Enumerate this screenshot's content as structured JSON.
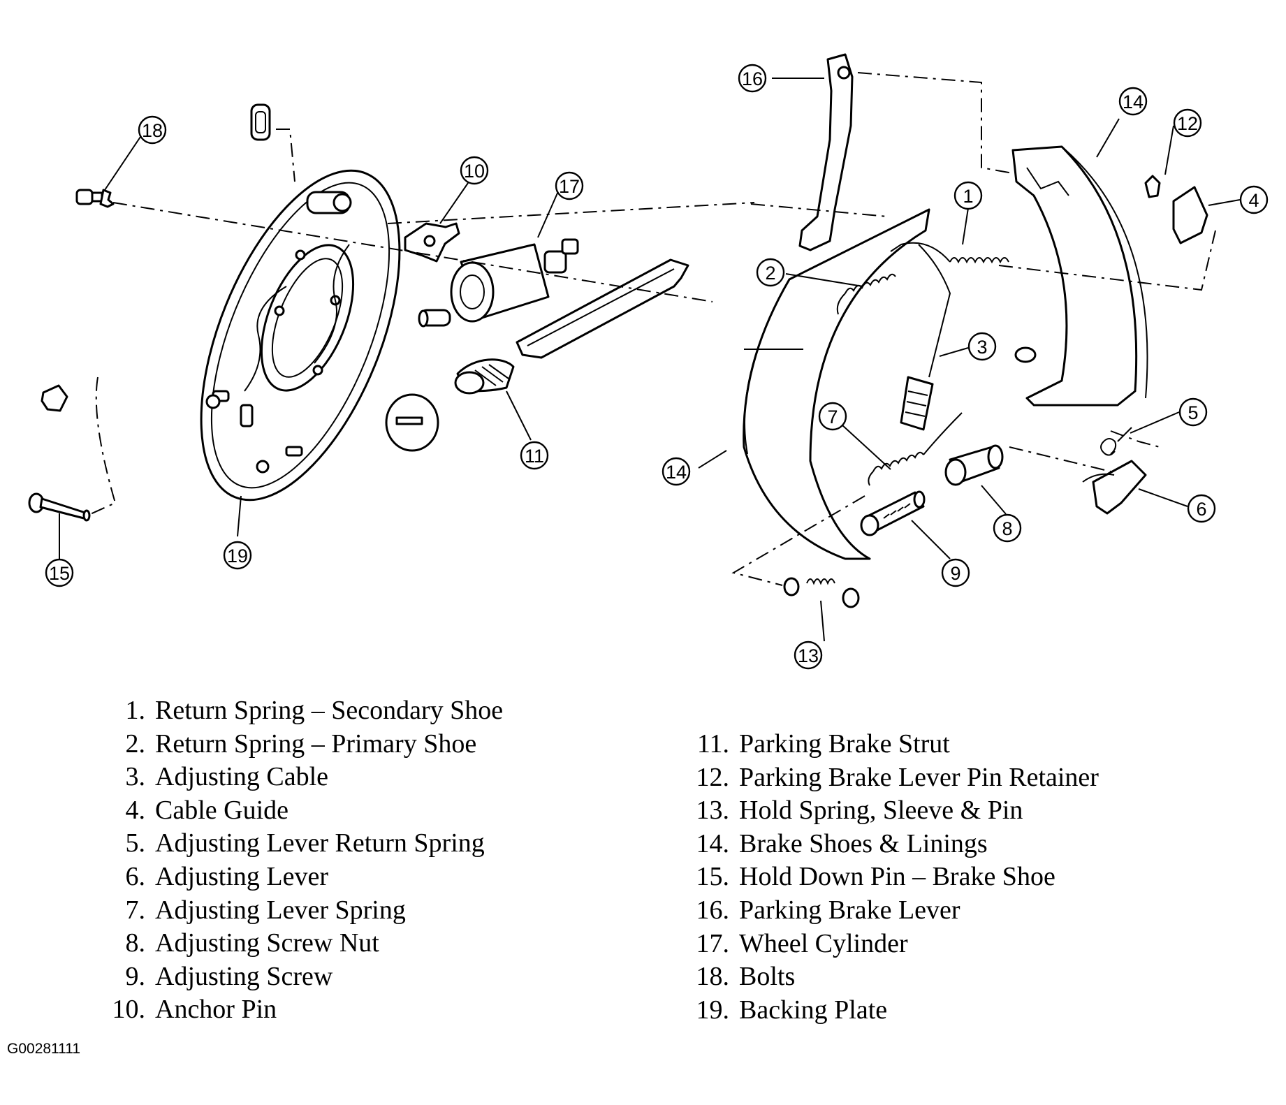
{
  "callouts": [
    "1",
    "2",
    "3",
    "4",
    "5",
    "6",
    "7",
    "8",
    "9",
    "10",
    "11",
    "12",
    "13",
    "14",
    "14",
    "15",
    "16",
    "17",
    "18",
    "19"
  ],
  "legend_left": [
    {
      "num": "1.",
      "label": "Return Spring – Secondary Shoe"
    },
    {
      "num": "2.",
      "label": "Return Spring – Primary Shoe"
    },
    {
      "num": "3.",
      "label": "Adjusting Cable"
    },
    {
      "num": "4.",
      "label": "Cable Guide"
    },
    {
      "num": "5.",
      "label": "Adjusting Lever Return Spring"
    },
    {
      "num": "6.",
      "label": "Adjusting Lever"
    },
    {
      "num": "7.",
      "label": "Adjusting Lever Spring"
    },
    {
      "num": "8.",
      "label": "Adjusting Screw Nut"
    },
    {
      "num": "9.",
      "label": "Adjusting Screw"
    },
    {
      "num": "10.",
      "label": "Anchor Pin"
    }
  ],
  "legend_right": [
    {
      "num": "11.",
      "label": "Parking Brake Strut"
    },
    {
      "num": "12.",
      "label": "Parking Brake Lever Pin Retainer"
    },
    {
      "num": "13.",
      "label": "Hold Spring, Sleeve & Pin"
    },
    {
      "num": "14.",
      "label": "Brake Shoes & Linings"
    },
    {
      "num": "15.",
      "label": "Hold Down Pin – Brake Shoe"
    },
    {
      "num": "16.",
      "label": "Parking Brake Lever"
    },
    {
      "num": "17.",
      "label": "Wheel Cylinder"
    },
    {
      "num": "18.",
      "label": "Bolts"
    },
    {
      "num": "19.",
      "label": "Backing Plate"
    }
  ],
  "figure_code": "G00281111"
}
